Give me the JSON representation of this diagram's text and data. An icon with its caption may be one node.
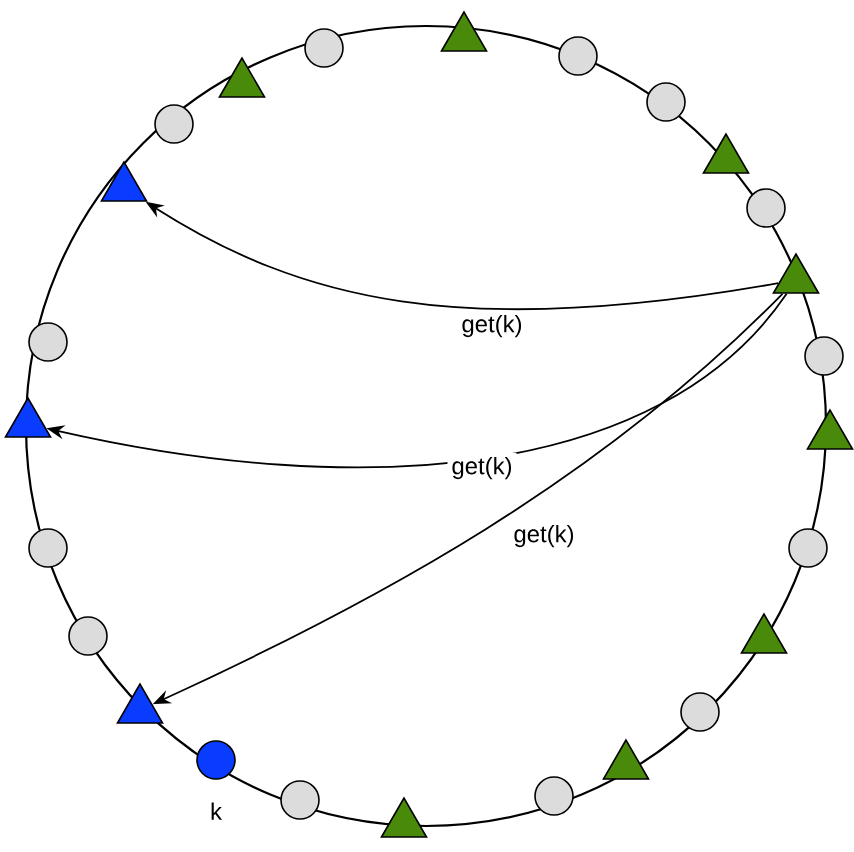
{
  "diagram": {
    "nodes": [
      {
        "text": [],
        "shape": "triangle"
      },
      {
        "text": [],
        "shape": "circle"
      },
      {
        "text": [],
        "shape": "circle"
      },
      {
        "text": [],
        "shape": "triangle"
      },
      {
        "text": [],
        "shape": "circle"
      },
      {
        "text": [],
        "shape": "triangle"
      },
      {
        "text": [],
        "shape": "circle"
      },
      {
        "text": [],
        "shape": "triangle"
      },
      {
        "text": [],
        "shape": "circle"
      },
      {
        "text": [],
        "shape": "triangle"
      },
      {
        "text": [],
        "shape": "circle"
      },
      {
        "text": [],
        "shape": "triangle"
      },
      {
        "text": [],
        "shape": "circle"
      },
      {
        "text": [],
        "shape": "triangle"
      },
      {
        "text": [],
        "shape": "circle"
      },
      {
        "text": [],
        "shape": "circle",
        "beside": [
          "k"
        ]
      },
      {
        "text": [],
        "shape": "triangle"
      },
      {
        "text": [],
        "shape": "circle"
      },
      {
        "text": [],
        "shape": "circle"
      },
      {
        "text": [],
        "shape": "triangle"
      },
      {
        "text": [],
        "shape": "circle"
      },
      {
        "text": [],
        "shape": "triangle"
      },
      {
        "text": [],
        "shape": "circle"
      },
      {
        "text": [],
        "shape": "triangle"
      },
      {
        "text": [],
        "shape": "circle"
      }
    ],
    "edges": [
      {
        "from": 5,
        "to": 21,
        "arrow": "to",
        "label": "get(k)"
      },
      {
        "from": 5,
        "to": 19,
        "arrow": "to",
        "label": "get(k)"
      },
      {
        "from": 5,
        "to": 16,
        "arrow": "to",
        "label": "get(k)"
      }
    ]
  }
}
